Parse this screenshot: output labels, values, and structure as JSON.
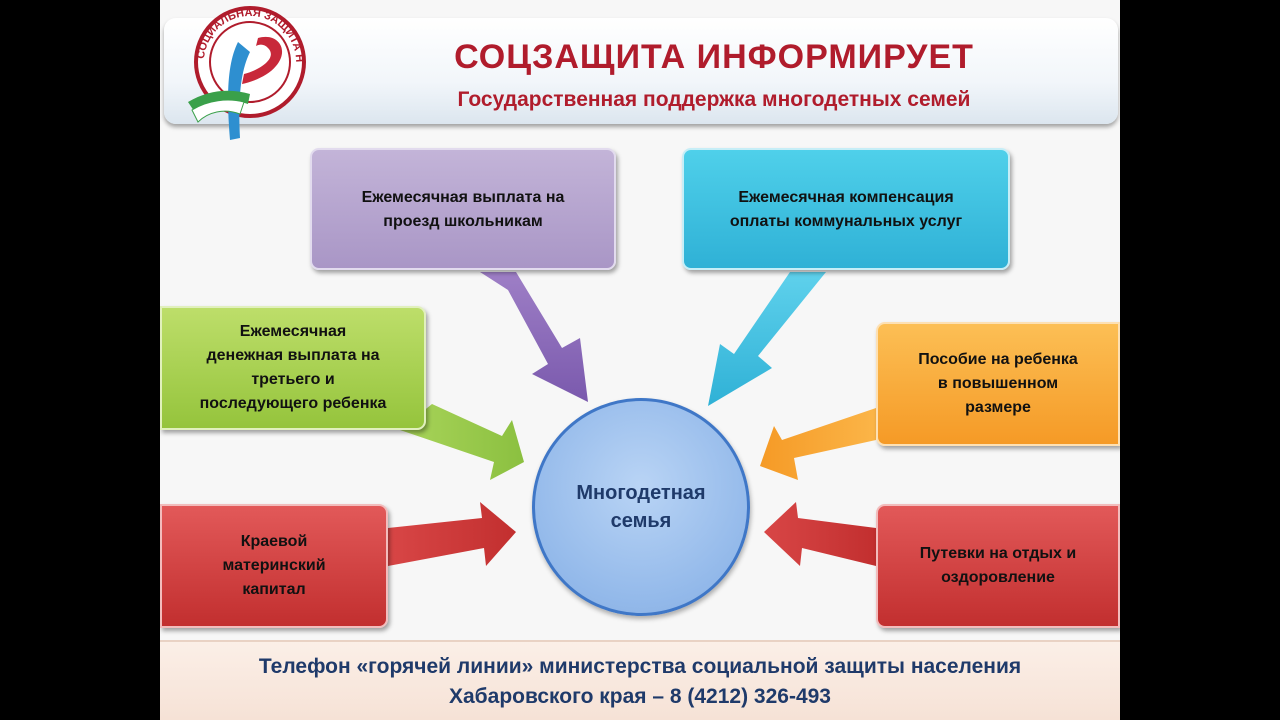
{
  "header": {
    "title": "СОЦЗАЩИТА ИНФОРМИРУЕТ",
    "subtitle": "Государственная поддержка многодетных семей",
    "logo_text": "СОЦИАЛЬНАЯ ЗАЩИТА НАСЕЛЕНИЯ ХАБАРОВСКОГО КРАЯ"
  },
  "center": {
    "line1": "Многодетная",
    "line2": "семья"
  },
  "boxes": {
    "transport": {
      "line1": "Ежемесячная выплата на",
      "line2": "проезд школьникам",
      "color": "#a996c6"
    },
    "utilities": {
      "line1": "Ежемесячная компенсация",
      "line2": "оплаты коммунальных услуг",
      "color": "#2fb1d6"
    },
    "third_child": {
      "line1": "Ежемесячная",
      "line2": "денежная выплата на",
      "line3": "третьего и",
      "line4": "последующего ребенка",
      "color": "#95c43c"
    },
    "child_allowance": {
      "line1": "Пособие на ребенка",
      "line2": "в повышенном",
      "line3": "размере",
      "color": "#f59a26"
    },
    "regional_capital": {
      "line1": "Краевой",
      "line2": "материнский",
      "line3": "капитал",
      "color": "#c22f2f"
    },
    "vouchers": {
      "line1": "Путевки на отдых и",
      "line2": "оздоровление",
      "color": "#c22f2f"
    }
  },
  "footer": {
    "line1": "Телефон «горячей линии» министерства социальной защиты населения",
    "line2": "Хабаровского края – 8 (4212) 326-493"
  },
  "colors": {
    "title": "#b01c2c",
    "footer_text": "#1f3a6a",
    "circle_border": "#3f77c7"
  }
}
